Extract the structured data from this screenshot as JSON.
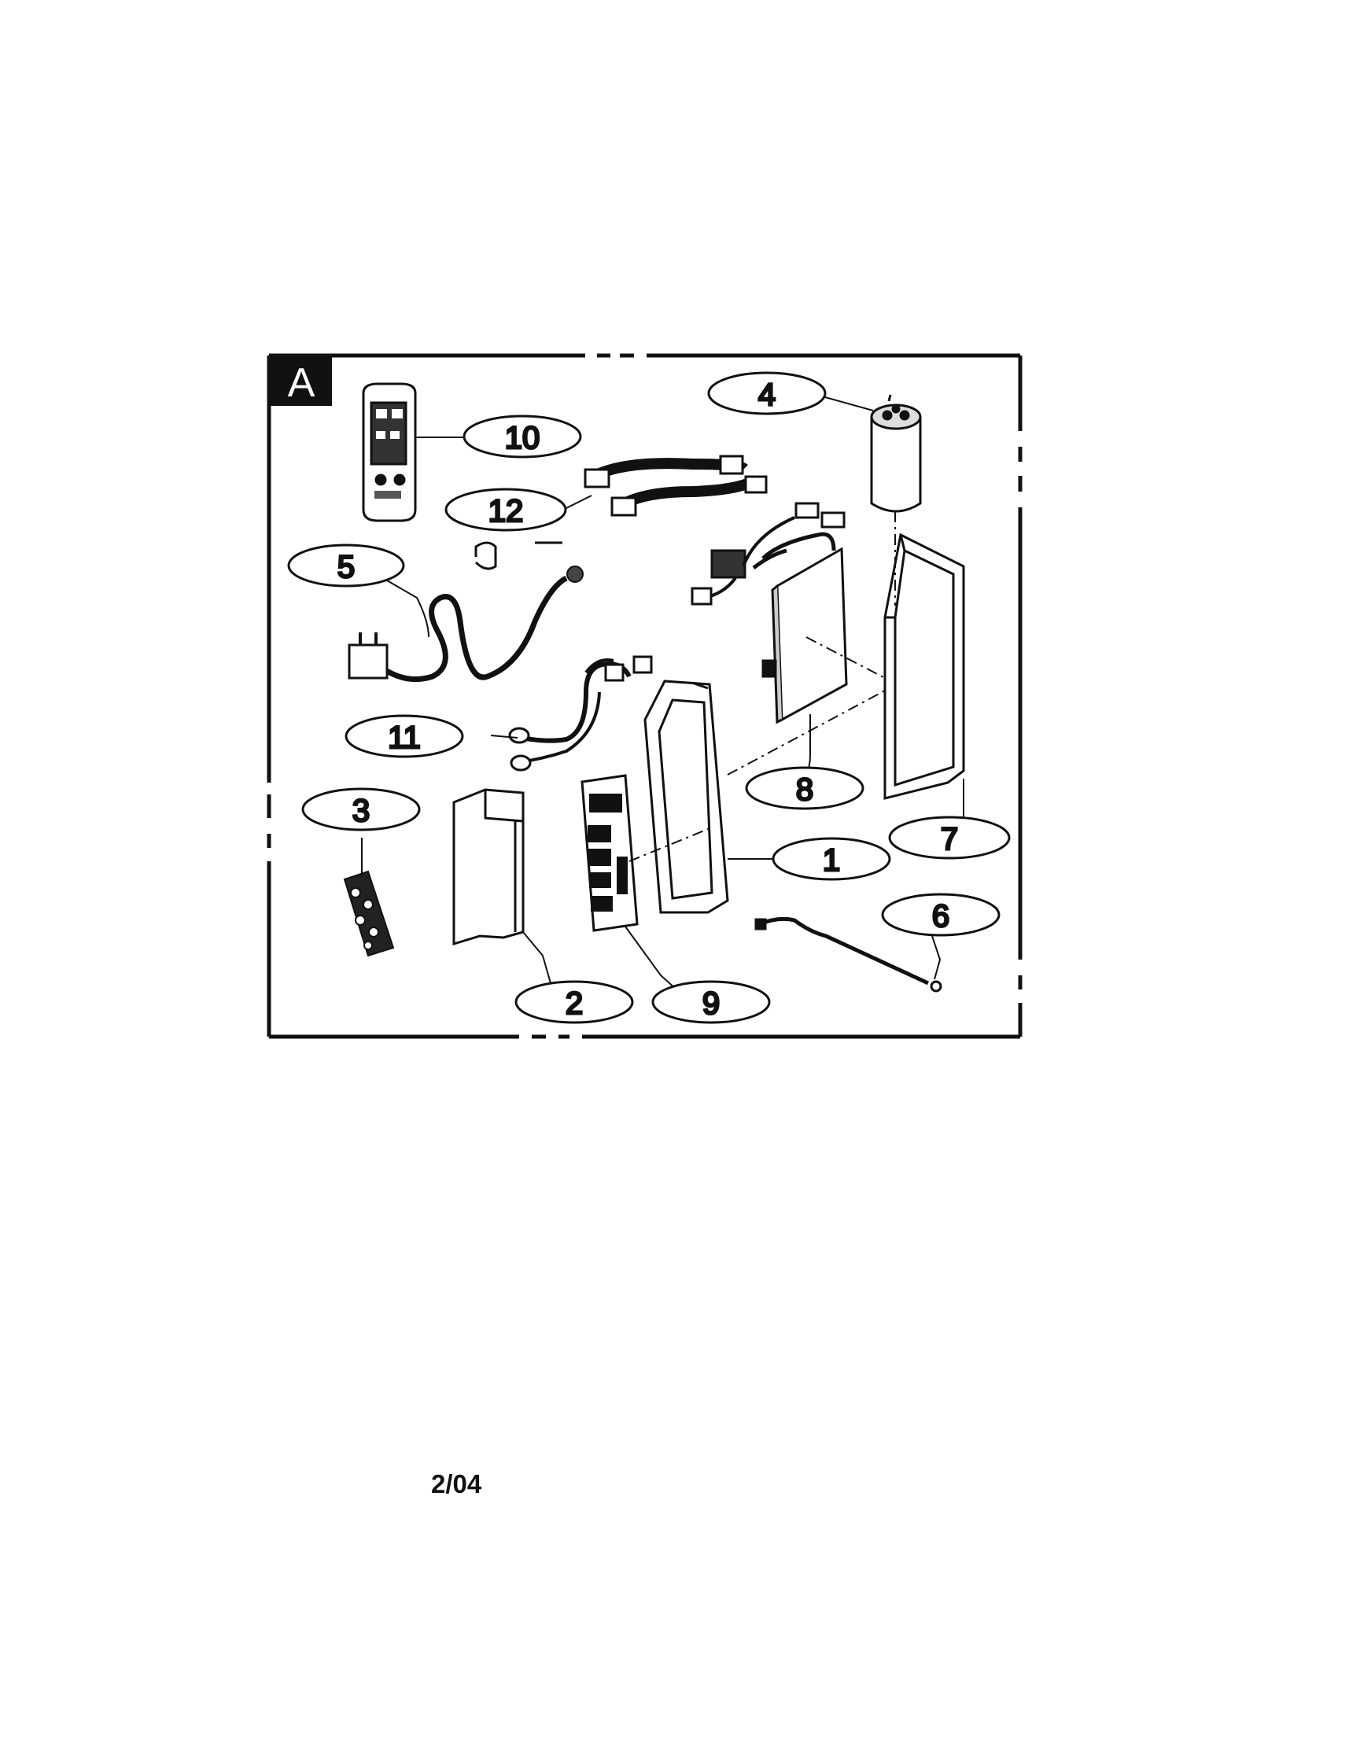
{
  "diagram": {
    "section_label": "A",
    "callouts": [
      {
        "id": "callout-1",
        "label": "1"
      },
      {
        "id": "callout-2",
        "label": "2"
      },
      {
        "id": "callout-3",
        "label": "3"
      },
      {
        "id": "callout-4",
        "label": "4"
      },
      {
        "id": "callout-5",
        "label": "5"
      },
      {
        "id": "callout-6",
        "label": "6"
      },
      {
        "id": "callout-7",
        "label": "7"
      },
      {
        "id": "callout-8",
        "label": "8"
      },
      {
        "id": "callout-9",
        "label": "9"
      },
      {
        "id": "callout-10",
        "label": "10"
      },
      {
        "id": "callout-11",
        "label": "11"
      },
      {
        "id": "callout-12",
        "label": "12"
      }
    ]
  },
  "footer": {
    "date_code": "2/04"
  }
}
